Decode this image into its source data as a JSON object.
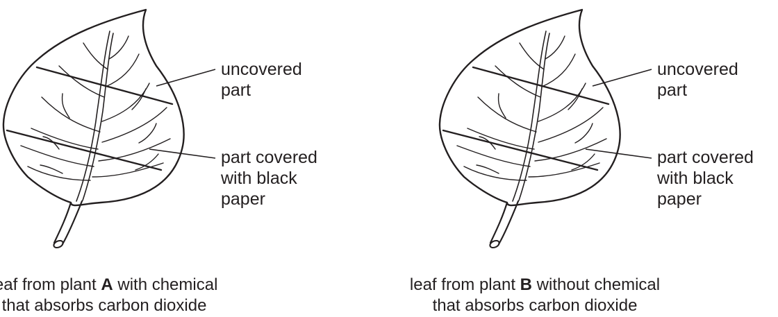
{
  "panels": [
    {
      "label_uncovered": [
        "uncovered",
        "part"
      ],
      "label_covered": [
        "part covered",
        "with black",
        "paper"
      ],
      "caption_line1": {
        "before": "leaf from plant ",
        "plant": "A",
        "after": " with chemical"
      },
      "caption_line2": "that absorbs carbon dioxide"
    },
    {
      "label_uncovered": [
        "uncovered",
        "part"
      ],
      "label_covered": [
        "part covered",
        "with black",
        "paper"
      ],
      "caption_line1": {
        "before": "leaf from plant ",
        "plant": "B",
        "after": " without chemical"
      },
      "caption_line2": "that absorbs carbon dioxide"
    }
  ],
  "colors": {
    "ink": "#231f20",
    "background": "#ffffff"
  }
}
